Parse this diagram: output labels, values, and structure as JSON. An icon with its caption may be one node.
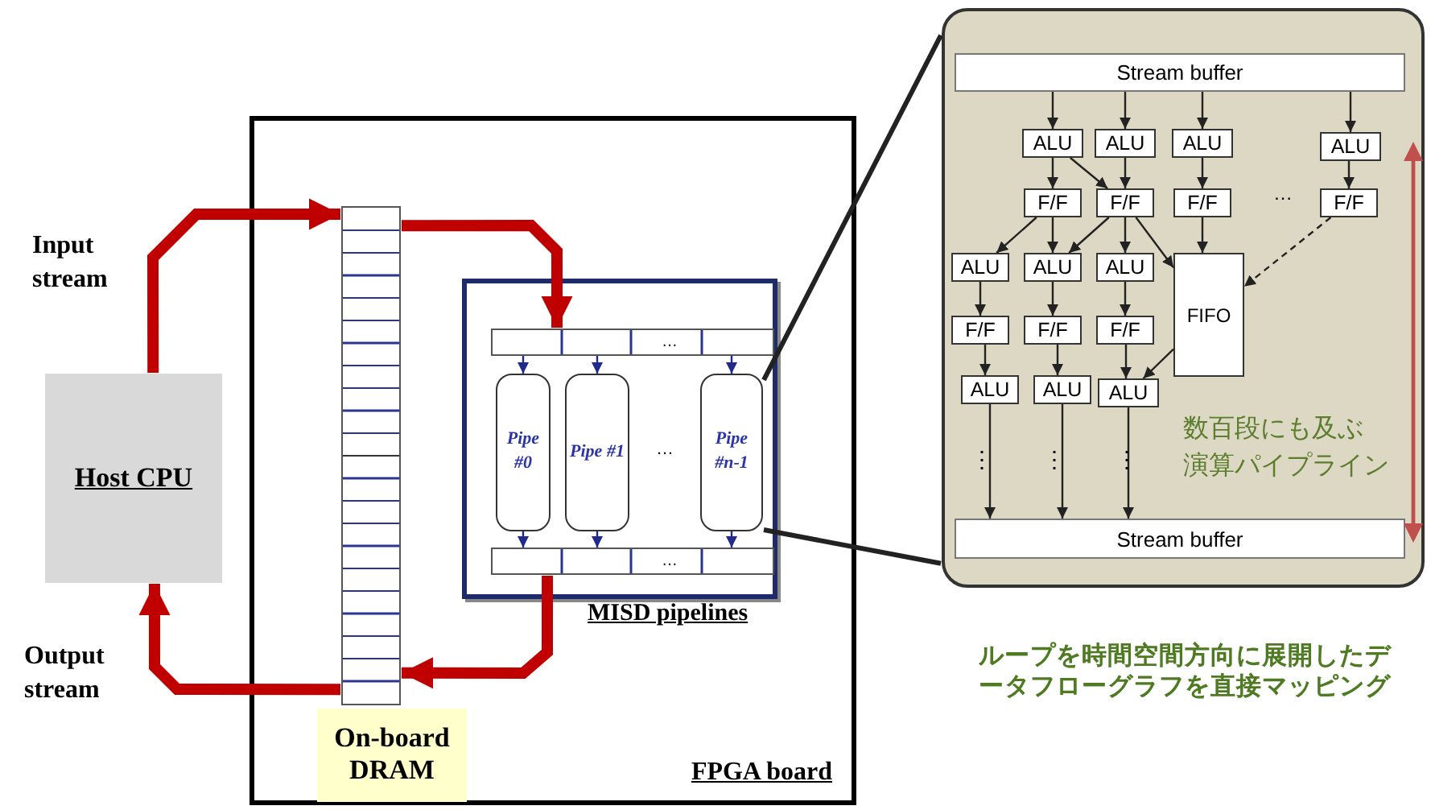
{
  "diagram": {
    "nodes": [
      {
        "text": [
          "Host CPU"
        ]
      },
      {
        "text": [
          "FPGA board"
        ]
      },
      {
        "text": [],
        "shape": "bar",
        "in": 1
      },
      {
        "text": [
          "On-board DRAM"
        ],
        "in": 1
      },
      {
        "text": [
          "MISD pipelines"
        ],
        "in": 1
      },
      {
        "text": [
          "…"
        ],
        "in": 4
      },
      {
        "text": [
          "Pipe #0"
        ],
        "in": 4
      },
      {
        "text": [
          "Pipe #1"
        ],
        "in": 4
      },
      {
        "text": [
          "Pipe #n-1"
        ],
        "in": 4
      },
      {
        "text": [
          "…"
        ],
        "in": 4
      },
      {
        "text": [],
        "shape": "box"
      },
      {
        "text": [
          "Stream buffer"
        ],
        "in": 10
      },
      {
        "text": [
          "ALU"
        ],
        "in": 10
      },
      {
        "text": [
          "ALU"
        ],
        "in": 10
      },
      {
        "text": [
          "ALU"
        ],
        "in": 10
      },
      {
        "text": [
          "ALU"
        ],
        "in": 10
      },
      {
        "text": [
          "F/F"
        ],
        "in": 10
      },
      {
        "text": [
          "F/F"
        ],
        "in": 10
      },
      {
        "text": [
          "F/F"
        ],
        "in": 10
      },
      {
        "text": [
          "F/F"
        ],
        "in": 10
      },
      {
        "text": [
          "ALU"
        ],
        "in": 10
      },
      {
        "text": [
          "ALU"
        ],
        "in": 10
      },
      {
        "text": [
          "ALU"
        ],
        "in": 10
      },
      {
        "text": [
          "FIFO"
        ],
        "in": 10
      },
      {
        "text": [
          "F/F"
        ],
        "in": 10
      },
      {
        "text": [
          "F/F"
        ],
        "in": 10
      },
      {
        "text": [
          "F/F"
        ],
        "in": 10
      },
      {
        "text": [
          "ALU"
        ],
        "in": 10
      },
      {
        "text": [
          "ALU"
        ],
        "in": 10
      },
      {
        "text": [
          "ALU"
        ],
        "in": 10
      },
      {
        "text": [
          "Stream buffer"
        ],
        "in": 10
      }
    ],
    "edges": [
      {
        "from": 0,
        "to": 2,
        "arrow": "to",
        "style": "thick",
        "color": "#c00000"
      },
      {
        "from": 2,
        "to": 5,
        "arrow": "to",
        "style": "thick",
        "color": "#c00000"
      },
      {
        "from": 9,
        "to": 2,
        "arrow": "to",
        "style": "thick",
        "color": "#c00000"
      },
      {
        "from": 2,
        "to": 0,
        "arrow": "to",
        "style": "thick",
        "color": "#c00000"
      },
      {
        "from": 5,
        "to": 6,
        "arrow": "to",
        "color": "#1f2a8a"
      },
      {
        "from": 5,
        "to": 7,
        "arrow": "to",
        "color": "#1f2a8a"
      },
      {
        "from": 5,
        "to": 8,
        "arrow": "to",
        "color": "#1f2a8a"
      },
      {
        "from": 6,
        "to": 9,
        "arrow": "to",
        "color": "#1f2a8a"
      },
      {
        "from": 7,
        "to": 9,
        "arrow": "to",
        "color": "#1f2a8a"
      },
      {
        "from": 8,
        "to": 9,
        "arrow": "to",
        "color": "#1f2a8a"
      },
      {
        "from": 8,
        "to": 10,
        "arrow": "none",
        "style": "thick"
      },
      {
        "from": 8,
        "to": 10,
        "arrow": "none",
        "style": "thick"
      },
      {
        "from": 11,
        "to": 12,
        "arrow": "to"
      },
      {
        "from": 11,
        "to": 13,
        "arrow": "to"
      },
      {
        "from": 11,
        "to": 14,
        "arrow": "to"
      },
      {
        "from": 11,
        "to": 15,
        "arrow": "to"
      },
      {
        "from": 12,
        "to": 16,
        "arrow": "to"
      },
      {
        "from": 12,
        "to": 17,
        "arrow": "to"
      },
      {
        "from": 13,
        "to": 17,
        "arrow": "to"
      },
      {
        "from": 14,
        "to": 18,
        "arrow": "to"
      },
      {
        "from": 15,
        "to": 19,
        "arrow": "to"
      },
      {
        "from": 16,
        "to": 20,
        "arrow": "to"
      },
      {
        "from": 16,
        "to": 21,
        "arrow": "to"
      },
      {
        "from": 17,
        "to": 21,
        "arrow": "to"
      },
      {
        "from": 17,
        "to": 22,
        "arrow": "to"
      },
      {
        "from": 17,
        "to": 23,
        "arrow": "to"
      },
      {
        "from": 18,
        "to": 23,
        "arrow": "to"
      },
      {
        "from": 19,
        "to": 23,
        "arrow": "to",
        "style": "dashed"
      },
      {
        "from": 20,
        "to": 24,
        "arrow": "to"
      },
      {
        "from": 21,
        "to": 25,
        "arrow": "to"
      },
      {
        "from": 22,
        "to": 26,
        "arrow": "to"
      },
      {
        "from": 24,
        "to": 27,
        "arrow": "to"
      },
      {
        "from": 25,
        "to": 28,
        "arrow": "to"
      },
      {
        "from": 26,
        "to": 29,
        "arrow": "to"
      },
      {
        "from": 23,
        "to": 29,
        "arrow": "to"
      },
      {
        "from": 27,
        "to": 30,
        "arrow": "to"
      },
      {
        "from": 28,
        "to": 30,
        "arrow": "to"
      },
      {
        "from": 29,
        "to": 30,
        "arrow": "to"
      }
    ],
    "labels": [
      "Input stream",
      "…",
      "…",
      "⋮",
      "⋮",
      "⋮",
      "数百段にも及ぶ",
      "演算パイプライン",
      "Output stream",
      "ループを時間空間方向に展開したデータフローグラフを直接マッピング"
    ]
  }
}
